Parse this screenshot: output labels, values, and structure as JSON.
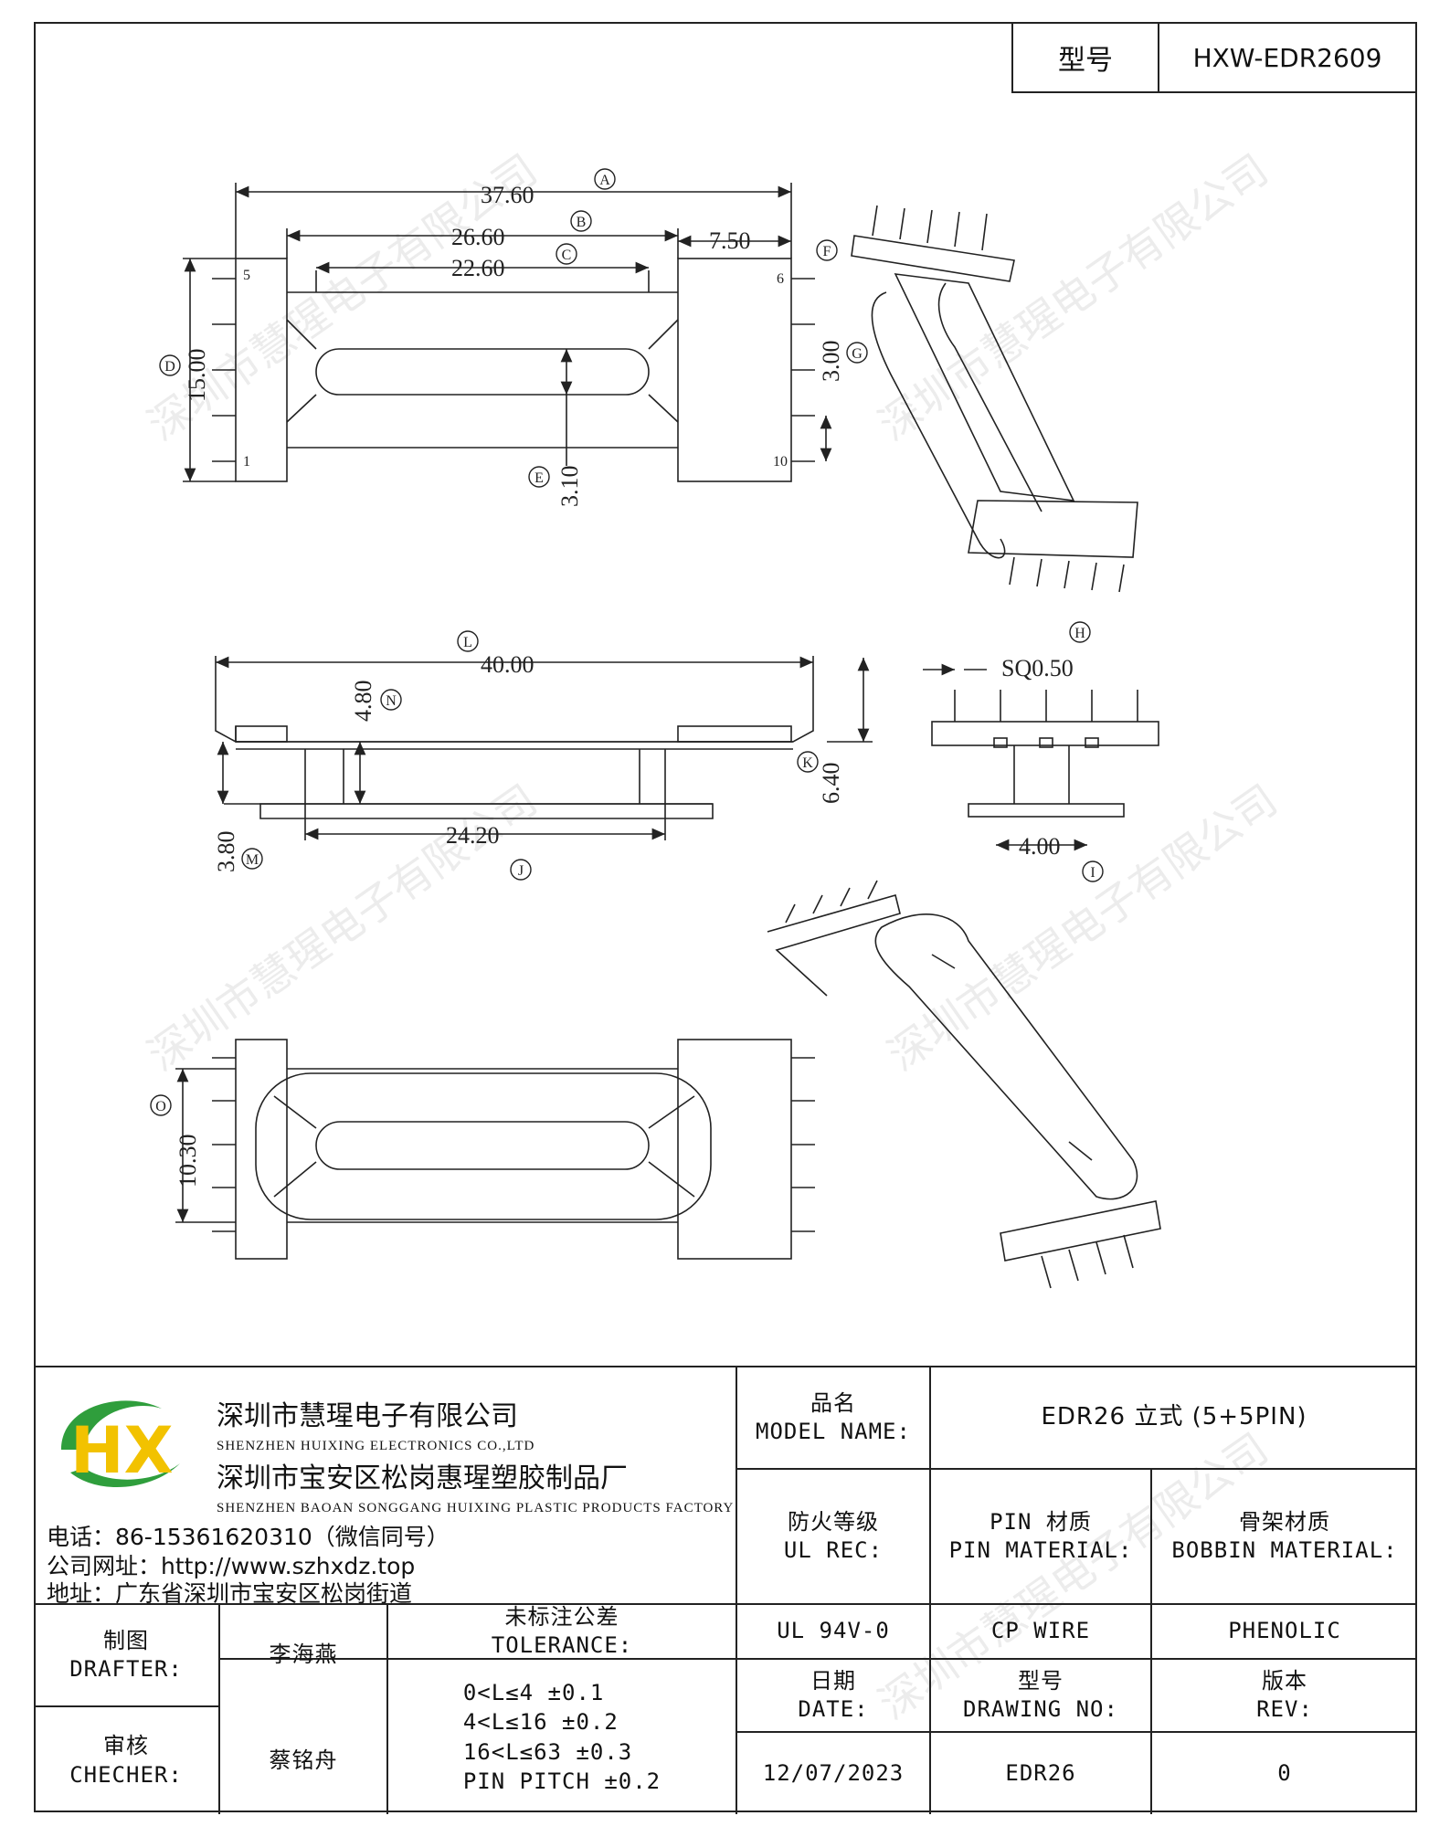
{
  "model_box": {
    "label": "型号",
    "value": "HXW-EDR2609"
  },
  "drawing": {
    "top_view": {
      "dim_a": "37.60",
      "callout_a": "A",
      "dim_b": "26.60",
      "callout_b": "B",
      "dim_c": "22.60",
      "callout_c": "C",
      "dim_f": "7.50",
      "callout_f": "F",
      "dim_d": "15.00",
      "callout_d": "D",
      "dim_g": "3.00",
      "callout_g": "G",
      "dim_e": "3.10",
      "callout_e": "E",
      "pin_5": "5",
      "pin_1": "1",
      "pin_6": "6",
      "pin_10": "10"
    },
    "side_view": {
      "dim_l": "40.00",
      "callout_l": "L",
      "dim_n": "4.80",
      "callout_n": "N",
      "dim_k": "6.40",
      "callout_k": "K",
      "dim_j": "24.20",
      "callout_j": "J",
      "dim_m": "3.80",
      "callout_m": "M"
    },
    "end_view": {
      "dim_h": "SQ0.50",
      "callout_h": "H",
      "dim_i": "4.00",
      "callout_i": "I"
    },
    "bottom_view": {
      "dim_o": "10.30",
      "callout_o": "O"
    }
  },
  "watermark": "深圳市慧瑆电子有限公司",
  "title_block": {
    "company_cn_1": "深圳市慧瑆电子有限公司",
    "company_en_1": "SHENZHEN HUIXING ELECTRONICS CO.,LTD",
    "company_cn_2": "深圳市宝安区松岗惠瑆塑胶制品厂",
    "company_en_2": "SHENZHEN BAOAN SONGGANG HUIXING PLASTIC PRODUCTS FACTORY",
    "phone": "电话：86-15361620310（微信同号）",
    "website": "公司网址：http://www.szhxdz.top",
    "address": "地址：广东省深圳市宝安区松岗街道",
    "logo_text": "HX",
    "model_name_cn": "品名",
    "model_name_en": "MODEL NAME:",
    "model_name_value": "EDR26 立式 (5+5PIN)",
    "ul_cn": "防火等级",
    "ul_en": "UL REC:",
    "pin_mat_cn": "PIN 材质",
    "pin_mat_en": "PIN MATERIAL:",
    "bobbin_cn": "骨架材质",
    "bobbin_en": "BOBBIN MATERIAL:",
    "ul_value": "UL 94V-0",
    "pin_value": "CP WIRE",
    "bobbin_value": "PHENOLIC",
    "drafter_cn": "制图",
    "drafter_en": "DRAFTER:",
    "drafter_name": "李海燕",
    "checker_cn": "审核",
    "checker_en": "CHECHER:",
    "checker_name": "蔡铭舟",
    "tol_cn": "未标注公差",
    "tol_en": "TOLERANCE:",
    "tol_1": "0<L≤4   ±0.1",
    "tol_2": "4<L≤16  ±0.2",
    "tol_3": "16<L≤63  ±0.3",
    "tol_4": "PIN PITCH  ±0.2",
    "date_cn": "日期",
    "date_en": "DATE:",
    "drawing_no_cn": "型号",
    "drawing_no_en": "DRAWING NO:",
    "rev_cn": "版本",
    "rev_en": "REV:",
    "date_value": "12/07/2023",
    "drawing_no_value": "EDR26",
    "rev_value": "0"
  },
  "colors": {
    "line": "#222222",
    "logo_green": "#2f9e3c",
    "logo_yellow": "#f2c200"
  }
}
